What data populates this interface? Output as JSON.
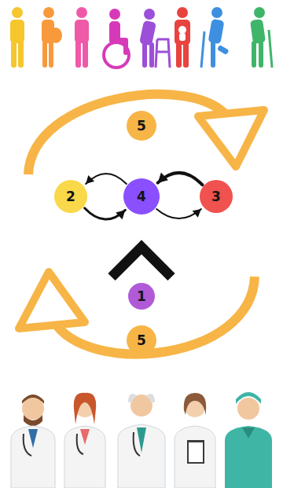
{
  "diagram": {
    "nodes": [
      {
        "text": [
          "5"
        ]
      },
      {
        "text": [
          "2"
        ]
      },
      {
        "text": [
          "4"
        ]
      },
      {
        "text": [
          "3"
        ]
      },
      {
        "text": [
          "1"
        ]
      },
      {
        "text": [
          "5"
        ]
      }
    ],
    "edges": [
      {
        "from": 2,
        "to": 1,
        "arrow": "to"
      },
      {
        "from": 1,
        "to": 2,
        "arrow": "to"
      },
      {
        "from": 2,
        "to": 3,
        "arrow": "to"
      },
      {
        "from": 3,
        "to": 2,
        "arrow": "to"
      },
      {
        "from": 4,
        "to": 2,
        "arrow": "to"
      }
    ]
  }
}
